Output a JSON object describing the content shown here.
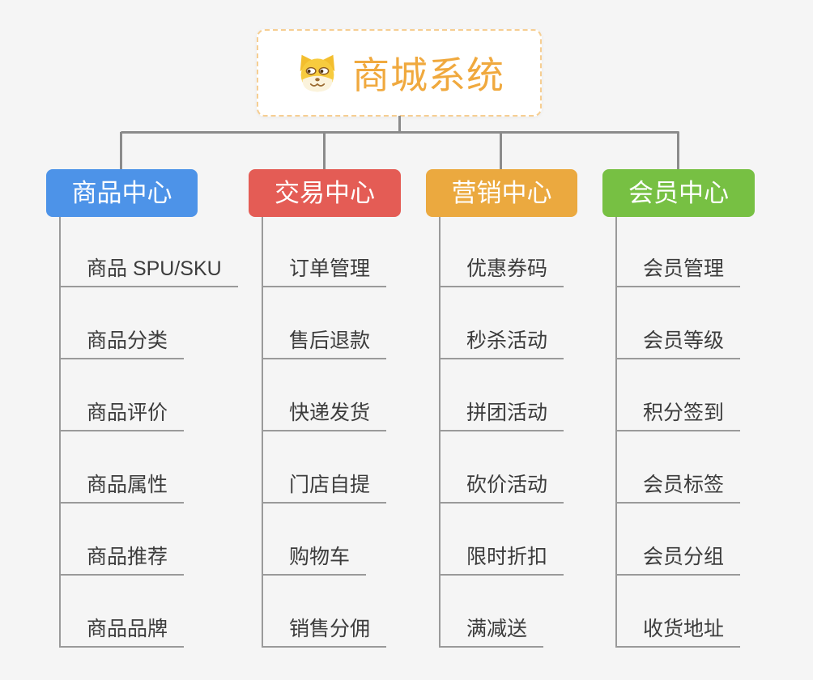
{
  "canvas": {
    "background_color": "#F5F5F5"
  },
  "root": {
    "title": "商城系统",
    "title_color": "#F0A93E",
    "border_color": "#F6CE92",
    "icon": "doge-icon"
  },
  "connector_color": "#8B8B8B",
  "underline_color": "#9A9A9A",
  "branches": [
    {
      "label": "商品中心",
      "color": "#4D93E8",
      "items": [
        "商品 SPU/SKU",
        "商品分类",
        "商品评价",
        "商品属性",
        "商品推荐",
        "商品品牌"
      ]
    },
    {
      "label": "交易中心",
      "color": "#E45C55",
      "items": [
        "订单管理",
        "售后退款",
        "快递发货",
        "门店自提",
        "购物车",
        "销售分佣"
      ]
    },
    {
      "label": "营销中心",
      "color": "#EBA93F",
      "items": [
        "优惠券码",
        "秒杀活动",
        "拼团活动",
        "砍价活动",
        "限时折扣",
        "满减送"
      ]
    },
    {
      "label": "会员中心",
      "color": "#77C043",
      "items": [
        "会员管理",
        "会员等级",
        "积分签到",
        "会员标签",
        "会员分组",
        "收货地址"
      ]
    }
  ]
}
